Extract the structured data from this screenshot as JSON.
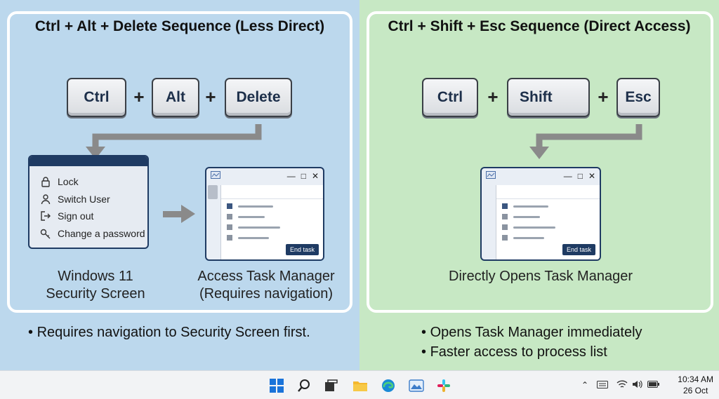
{
  "left": {
    "title": "Ctrl + Alt + Delete Sequence (Less Direct)",
    "keys": [
      "Ctrl",
      "Alt",
      "Delete"
    ],
    "plus": "+",
    "security_items": [
      {
        "label": "Lock",
        "icon": "lock-icon"
      },
      {
        "label": "Switch User",
        "icon": "user-icon"
      },
      {
        "label": "Sign out",
        "icon": "sign-out-icon"
      },
      {
        "label": "Change a password",
        "icon": "key-icon"
      }
    ],
    "caption_security": [
      "Windows 11",
      "Security Screen"
    ],
    "caption_taskmgr": [
      "Access Task Manager",
      "(Requires navigation)"
    ],
    "end_task": "End task",
    "bullets": [
      "Requires navigation to Security Screen first."
    ]
  },
  "right": {
    "title": "Ctrl + Shift + Esc Sequence (Direct Access)",
    "keys": [
      "Ctrl",
      "Shift",
      "Esc"
    ],
    "plus": "+",
    "caption_taskmgr": [
      "Directly Opens Task Manager"
    ],
    "end_task": "End task",
    "bullets": [
      "Opens Task Manager immediately",
      "Faster access to process list"
    ]
  },
  "taskbar": {
    "icons": [
      "windows-start-icon",
      "search-icon",
      "task-view-icon",
      "file-explorer-icon",
      "edge-browser-icon",
      "photos-icon",
      "slack-icon"
    ],
    "clock_time": "10:34 AM",
    "clock_date": "26 Oct"
  },
  "colors": {
    "left_bg": "#bcd8ed",
    "right_bg": "#c7e8c4",
    "arrow": "#8a8a8a",
    "window_frame": "#1f3b63"
  }
}
